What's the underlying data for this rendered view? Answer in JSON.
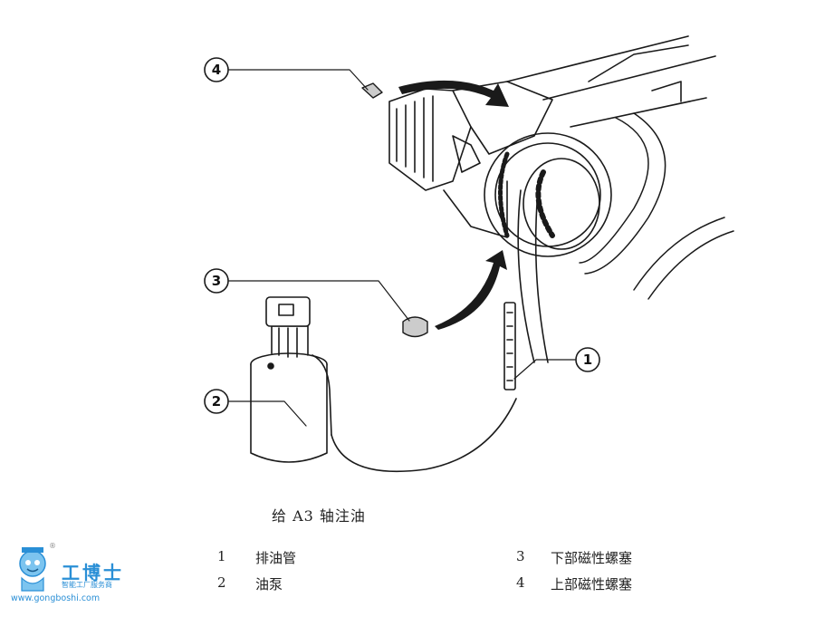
{
  "caption": "给 A3 轴注油",
  "callouts": [
    {
      "num": "1"
    },
    {
      "num": "2"
    },
    {
      "num": "3"
    },
    {
      "num": "4"
    }
  ],
  "legend": [
    {
      "num": "1",
      "label": "排油管"
    },
    {
      "num": "2",
      "label": "油泵"
    },
    {
      "num": "3",
      "label": "下部磁性螺塞"
    },
    {
      "num": "4",
      "label": "上部磁性螺塞"
    }
  ],
  "logo": {
    "name": "工博士",
    "tagline": "智能工厂服务商",
    "url": "www.gongboshi.com",
    "registered": "®"
  },
  "colors": {
    "line": "#1a1a1a",
    "logo_blue": "#2a8fd6"
  }
}
